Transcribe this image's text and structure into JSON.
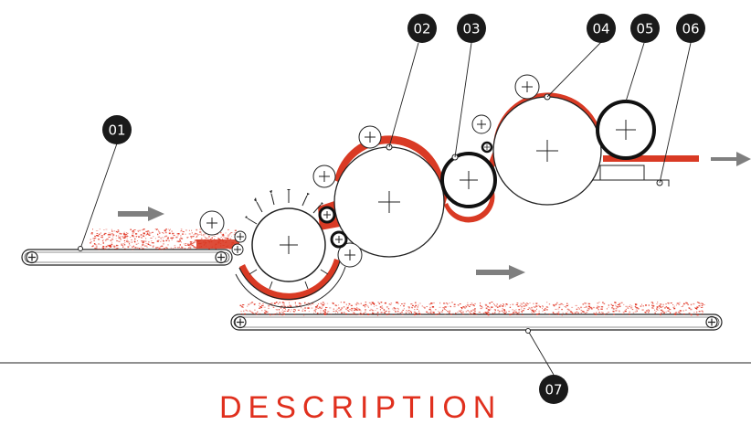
{
  "labels": [
    "01",
    "02",
    "03",
    "04",
    "05",
    "06",
    "07"
  ],
  "heading": "DESCRIPTION",
  "colors": {
    "accent": "#d93a24",
    "fiber": "#e0301e",
    "arrow": "#7f7f7f",
    "line": "#222222",
    "badge": "#1a1a1a"
  },
  "icons": {
    "arrow": "arrow-right-icon",
    "roller": "roller-icon",
    "conveyor": "conveyor-belt-icon"
  }
}
